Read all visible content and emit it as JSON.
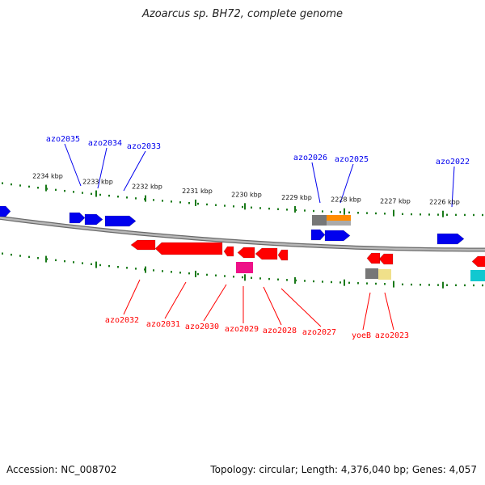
{
  "title": "Azoarcus sp. BH72, complete genome",
  "footer": {
    "accession": "Accession: NC_008702",
    "topology": "Topology: circular; Length: 4,376,040 bp; Genes: 4,057"
  },
  "colors": {
    "forward": "#0000ee",
    "reverse": "#ff0000",
    "backbone": "#8a8a8a",
    "ticks": "#1a7a1a"
  },
  "scale": {
    "unit": "kbp",
    "ticks": [
      {
        "label": "2234 kbp",
        "value": 2234
      },
      {
        "label": "2233 kbp",
        "value": 2233
      },
      {
        "label": "2232 kbp",
        "value": 2232
      },
      {
        "label": "2231 kbp",
        "value": 2231
      },
      {
        "label": "2230 kbp",
        "value": 2230
      },
      {
        "label": "2229 kbp",
        "value": 2229
      },
      {
        "label": "2228 kbp",
        "value": 2228
      },
      {
        "label": "2227 kbp",
        "value": 2227
      },
      {
        "label": "2226 kbp",
        "value": 2226
      }
    ]
  },
  "forward_genes": [
    {
      "label": "azo2035"
    },
    {
      "label": "azo2034"
    },
    {
      "label": "azo2033"
    },
    {
      "label": "azo2026"
    },
    {
      "label": "azo2025"
    },
    {
      "label": "azo2022"
    }
  ],
  "reverse_genes": [
    {
      "label": "azo2032"
    },
    {
      "label": "azo2031"
    },
    {
      "label": "azo2030"
    },
    {
      "label": "azo2029"
    },
    {
      "label": "azo2028"
    },
    {
      "label": "azo2027"
    },
    {
      "label": "yoeB"
    },
    {
      "label": "azo2023"
    }
  ]
}
